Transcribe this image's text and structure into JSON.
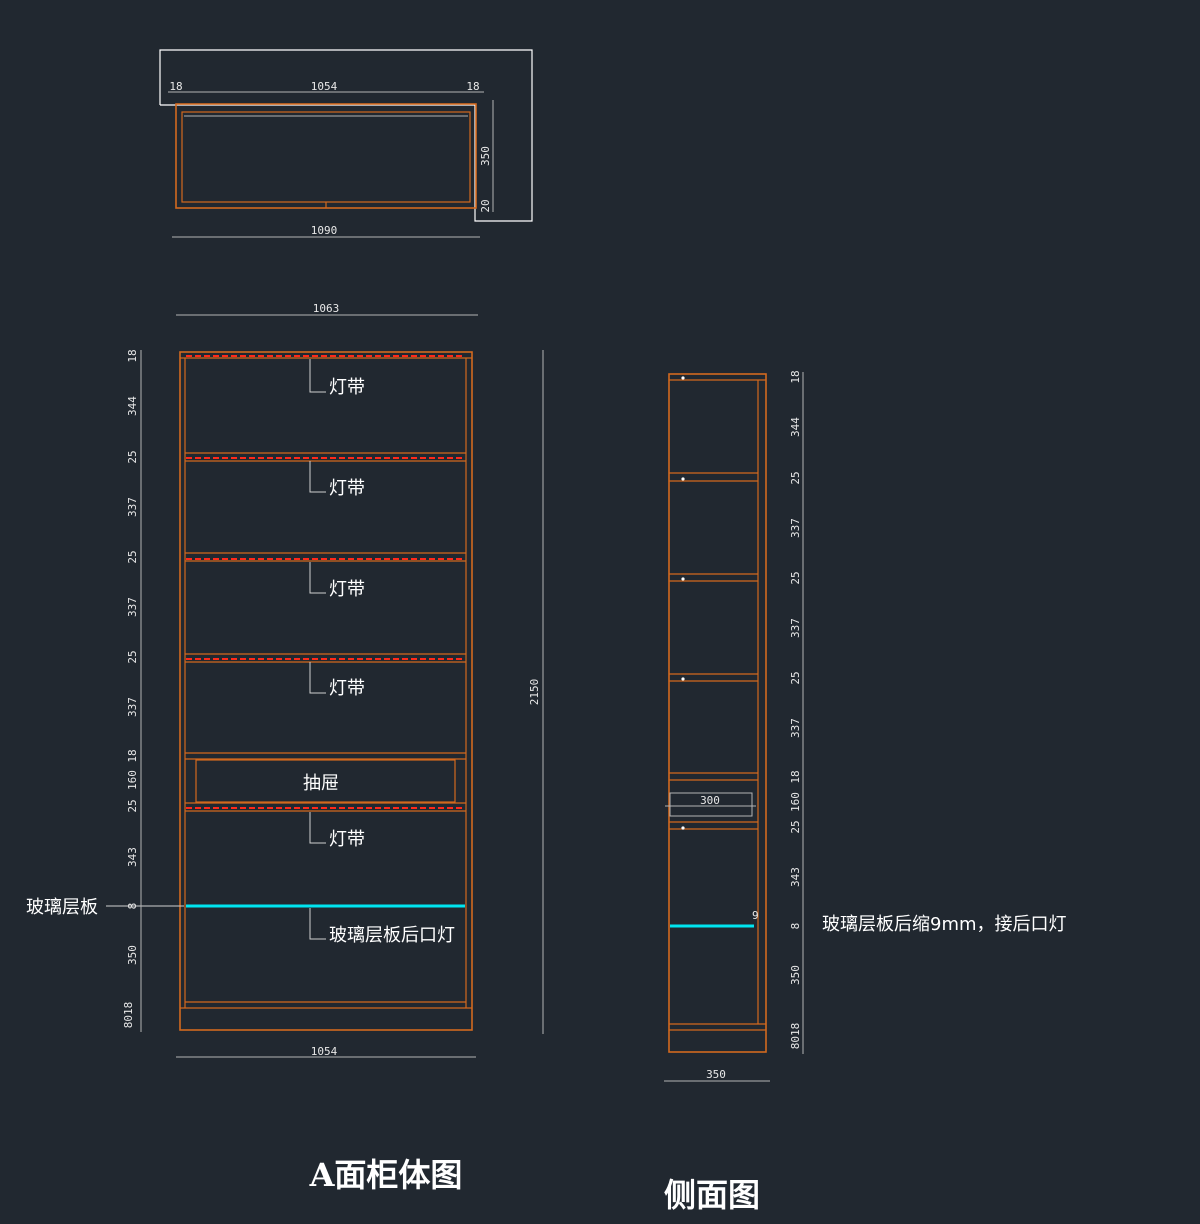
{
  "colors": {
    "background": "#212830",
    "cabinet": "#d2691e",
    "led": "#ff2a1a",
    "glass": "#00e5f0",
    "dimension": "#b4b4b4"
  },
  "plan": {
    "dims": {
      "left": "18",
      "mid": "1054",
      "right": "18",
      "depth": "350",
      "back": "20",
      "total": "1090"
    }
  },
  "front": {
    "width_top": "1063",
    "width_bottom": "1054",
    "height": "2150",
    "vdims": [
      "18",
      "344",
      "25",
      "337",
      "25",
      "337",
      "25",
      "337",
      "18",
      "160",
      "25",
      "343",
      "8",
      "350",
      "8018"
    ],
    "labels": {
      "led": "灯带",
      "drawer": "抽屉",
      "glass_shelf": "玻璃层板",
      "glass_light": "玻璃层板后口灯"
    }
  },
  "side": {
    "drawer_depth": "300",
    "glass_offset": "9",
    "width": "350",
    "vdims": [
      "18",
      "344",
      "25",
      "337",
      "25",
      "337",
      "25",
      "337",
      "18",
      "160",
      "25",
      "343",
      "8",
      "350",
      "8018"
    ],
    "note": "玻璃层板后缩9mm，接后口灯"
  },
  "titles": {
    "front": "A面柜体图",
    "side": "侧面图"
  }
}
